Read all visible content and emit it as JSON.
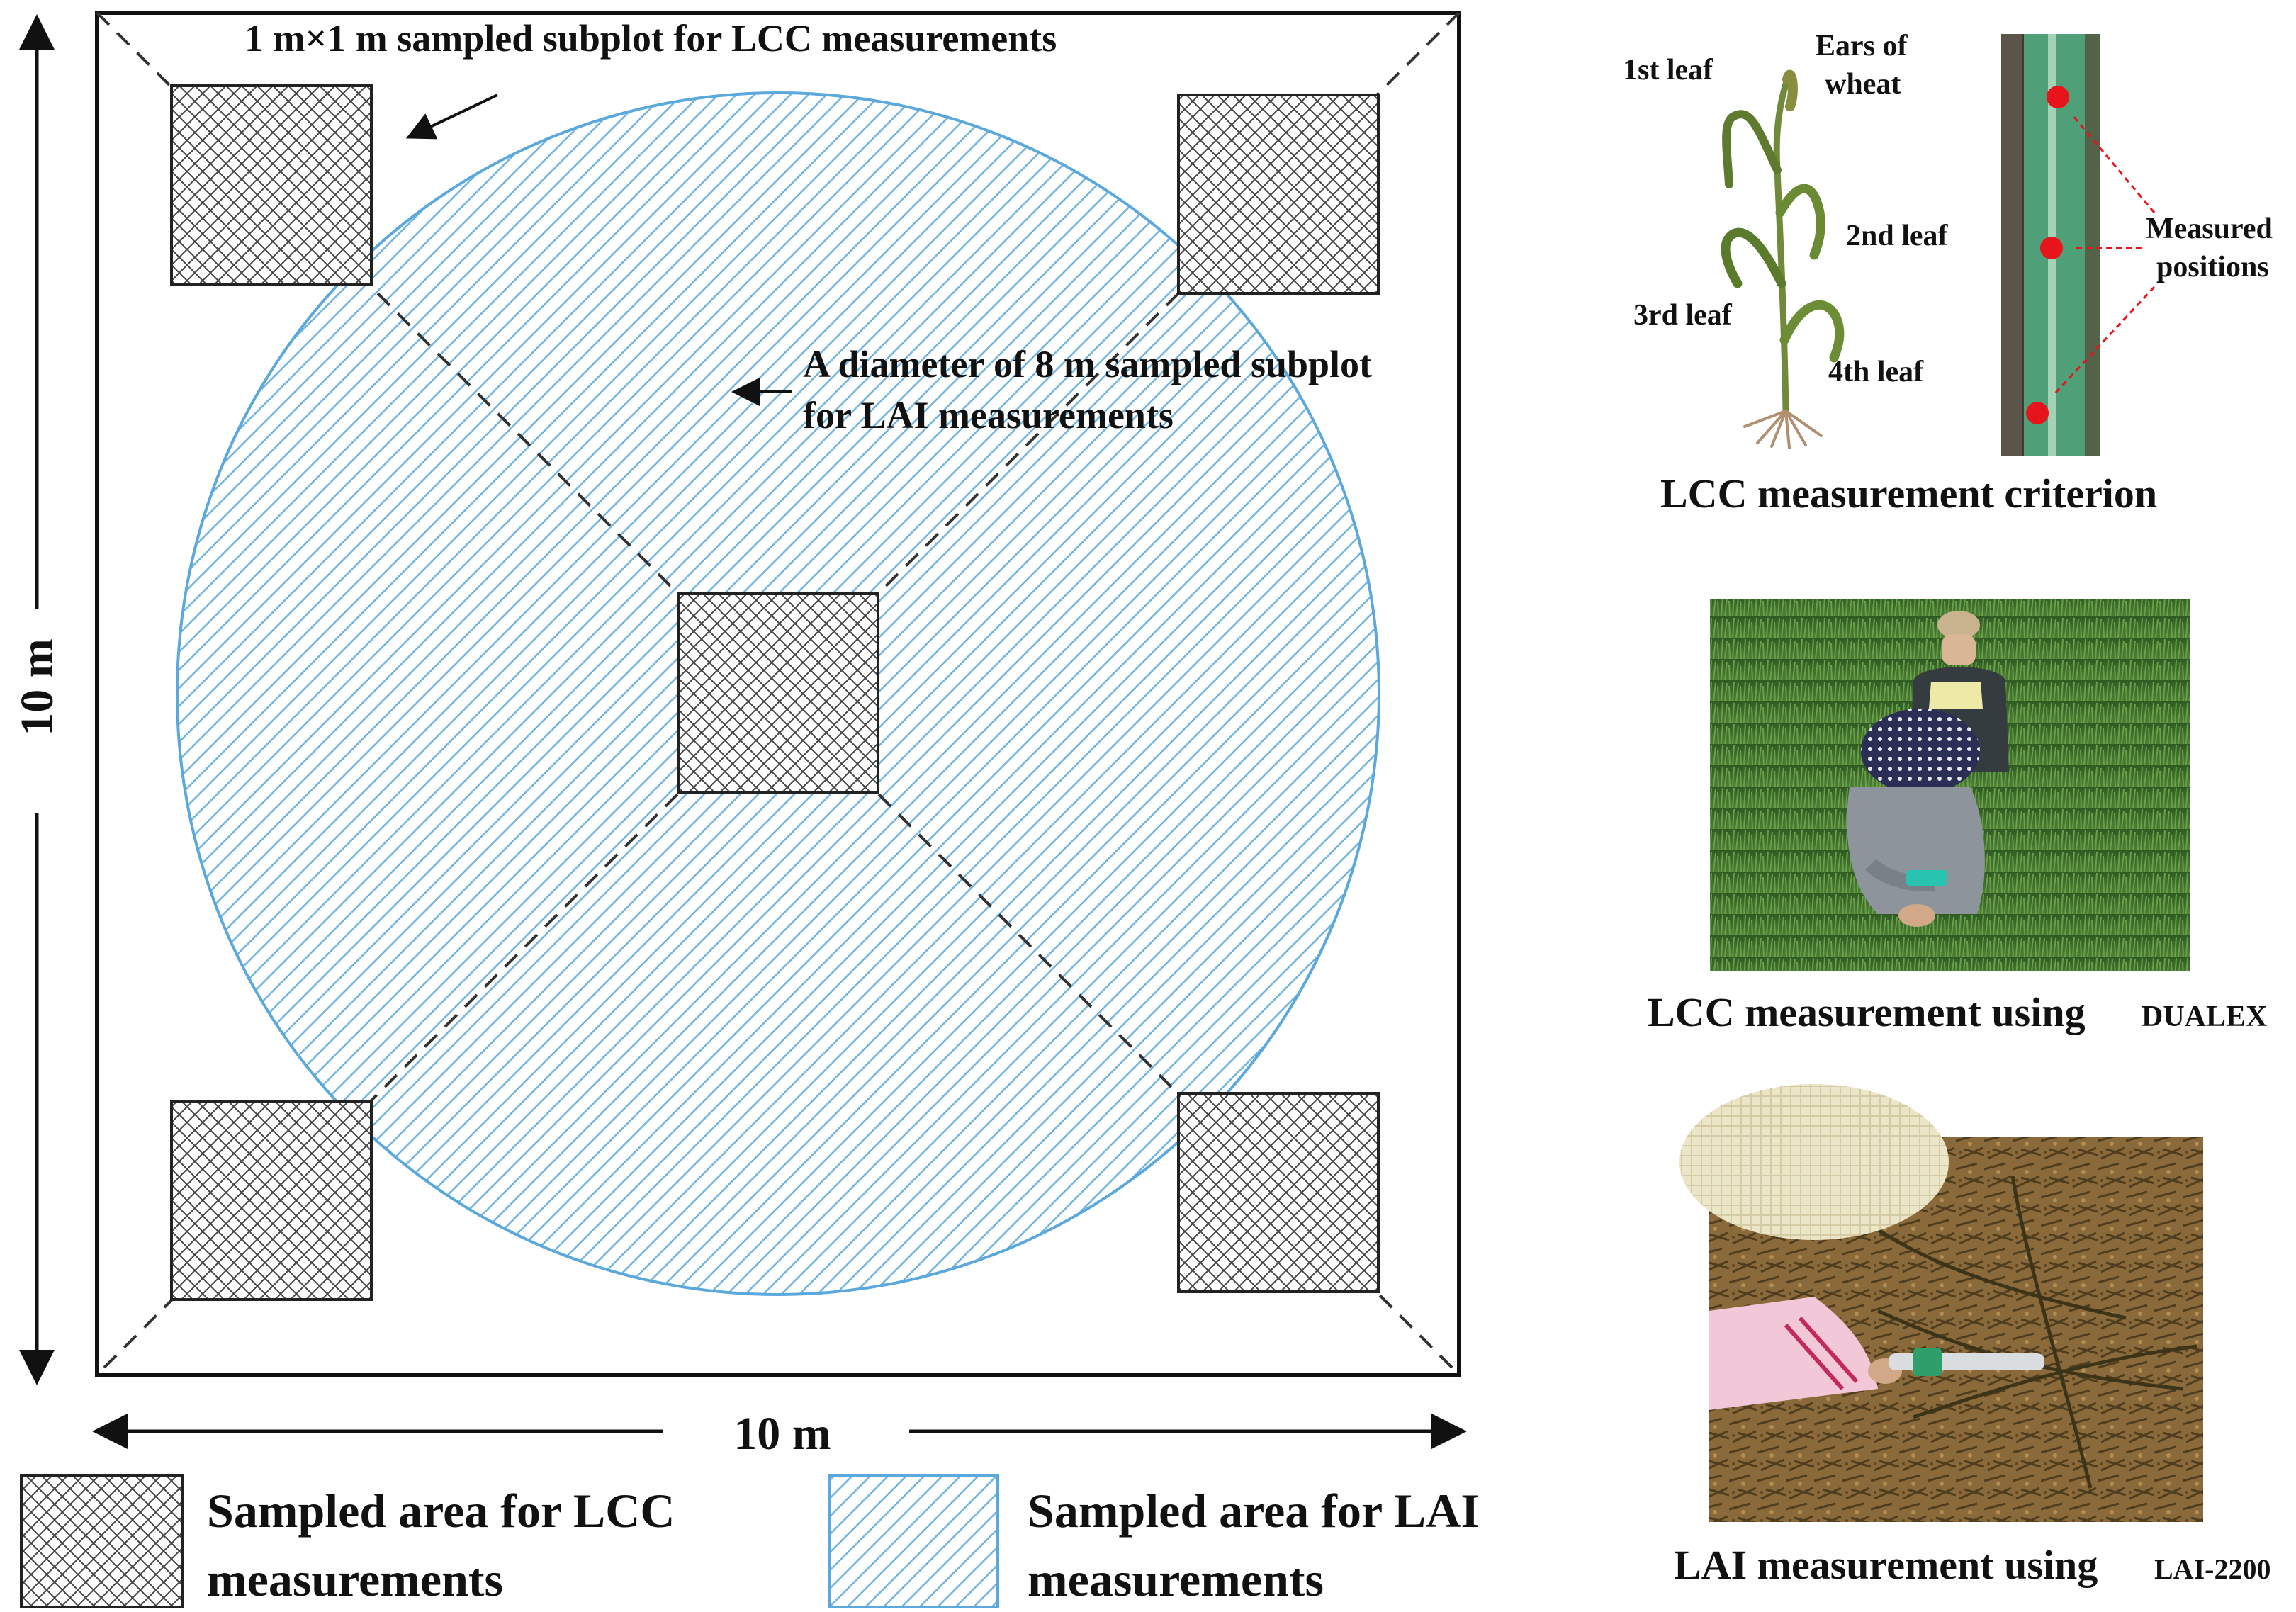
{
  "plot": {
    "lcc_subplot_label": "1 m×1 m sampled  subplot for  LCC measurements",
    "lai_subplot_label_line1": "A diameter of 8 m sampled  subplot",
    "lai_subplot_label_line2": "for LAI measurements",
    "height_label": "10 m",
    "width_label": "10 m"
  },
  "legend": {
    "lcc_line1": "Sampled  area for  LCC",
    "lcc_line2": "measurements",
    "lai_line1": "Sampled  area for  LAI",
    "lai_line2": "measurements"
  },
  "criterion": {
    "title": "LCC  measurement criterion",
    "ears_line1": "Ears of",
    "ears_line2": "wheat",
    "leaf1": "1st leaf",
    "leaf2": "2nd leaf",
    "leaf3": "3rd leaf",
    "leaf4": "4th leaf",
    "measured_line1": "Measured",
    "measured_line2": "positions"
  },
  "photos": {
    "dualex_caption": "LCC  measurement using",
    "dualex_device": "DUALEX",
    "lai_caption": "LAI  measurement using",
    "lai_device": "LAI-2200"
  },
  "colors": {
    "hatch_blue": "#6fb3e0",
    "circle_stroke": "#5aa8dc",
    "crosshatch": "#444444",
    "marker_red": "#e8141c",
    "field_green": "#3f6e2a",
    "soil_brown": "#8a6a3a"
  }
}
